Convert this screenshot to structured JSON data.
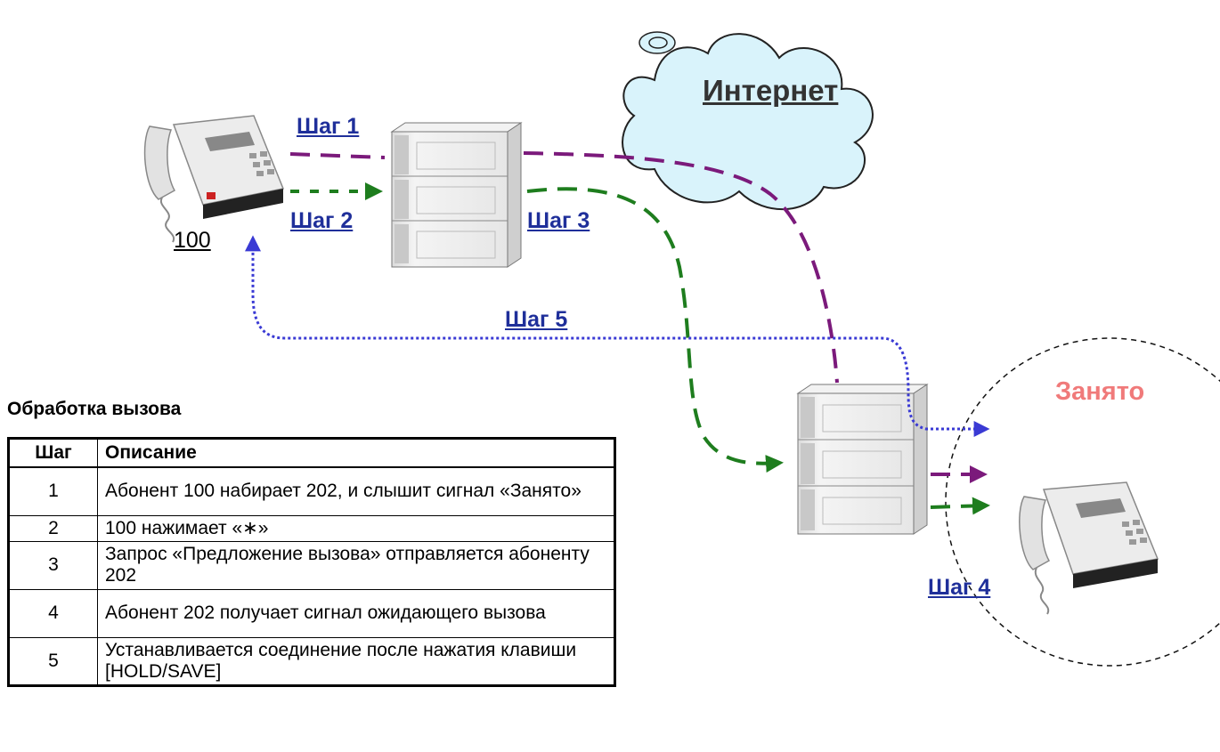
{
  "cloud": {
    "label": "Интернет"
  },
  "phone_a": {
    "extension": "100"
  },
  "busy_label": "Занято",
  "steps": {
    "s1": "Шаг 1",
    "s2": "Шаг 2",
    "s3": "Шаг 3",
    "s4": "Шаг 4",
    "s5": "Шаг 5"
  },
  "table": {
    "title": "Обработка вызова",
    "headers": [
      "Шаг",
      "Описание"
    ],
    "rows": [
      {
        "num": "1",
        "text": "Абонент 100 набирает 202, и слышит сигнал «Занято»"
      },
      {
        "num": "2",
        "text": "100 нажимает «∗»"
      },
      {
        "num": "3",
        "text": "Запрос «Предложение вызова» отправляется абоненту 202"
      },
      {
        "num": "4",
        "text": "Абонент 202 получает сигнал ожидающего вызова"
      },
      {
        "num": "5",
        "text": "Устанавливается соединение после нажатия клавиши [HOLD/SAVE]"
      }
    ]
  },
  "colors": {
    "step_text": "#1f2f9a",
    "purple_line": "#7b1a7b",
    "green_line": "#1e7d1e",
    "blue_dotted": "#3a3ad4",
    "busy_text": "#f07a7a",
    "cloud_fill": "#d9f3fb"
  },
  "icons": [
    "desk-phone-icon",
    "pbx-cabinet-icon",
    "internet-cloud-icon"
  ]
}
